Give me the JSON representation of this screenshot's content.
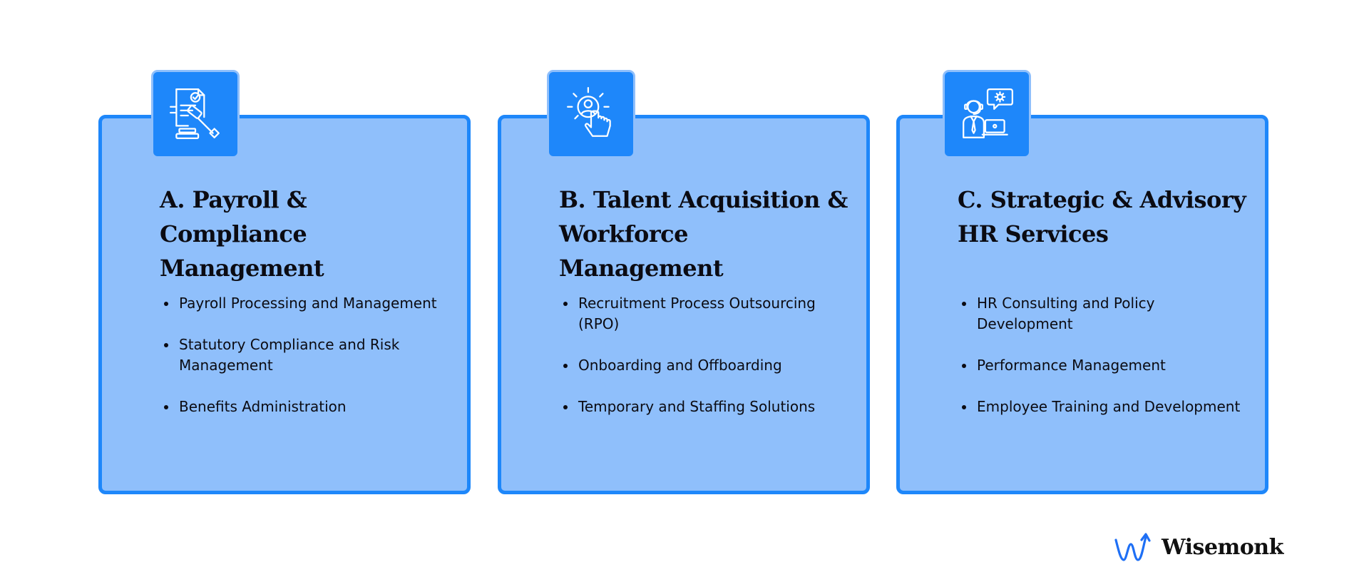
{
  "cards": [
    {
      "icon": "legal-document-gavel-icon",
      "title": "A. Payroll & Compliance Management",
      "items": [
        "Payroll Processing and Management",
        "Statutory Compliance and Risk Management",
        "Benefits Administration"
      ]
    },
    {
      "icon": "talent-hand-pointer-icon",
      "title": "B. Talent Acquisition & Workforce Management",
      "items": [
        "Recruitment Process Outsourcing (RPO)",
        "Onboarding and Offboarding",
        "Temporary and Staffing Solutions"
      ]
    },
    {
      "icon": "consultant-laptop-gear-icon",
      "title": "C. Strategic & Advisory HR Services",
      "items": [
        "HR Consulting and Policy Development",
        "Performance Management",
        "Employee Training and Development"
      ]
    }
  ],
  "brand": {
    "name": "Wisemonk",
    "logo": "wisemonk-logo"
  },
  "colors": {
    "card_fill": "#8fbffb",
    "accent": "#1e87fa",
    "text": "#0b0b12"
  }
}
